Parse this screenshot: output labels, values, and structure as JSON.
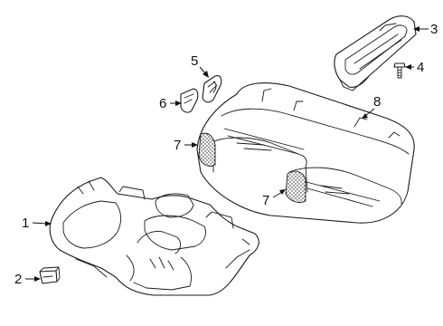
{
  "callouts": [
    {
      "id": "1",
      "label": "1"
    },
    {
      "id": "2",
      "label": "2"
    },
    {
      "id": "3",
      "label": "3"
    },
    {
      "id": "4",
      "label": "4"
    },
    {
      "id": "5",
      "label": "5"
    },
    {
      "id": "6",
      "label": "6"
    },
    {
      "id": "7a",
      "label": "7"
    },
    {
      "id": "7b",
      "label": "7"
    },
    {
      "id": "8",
      "label": "8"
    }
  ],
  "colors": {
    "line": "#1a1a1a",
    "background": "#ffffff"
  }
}
